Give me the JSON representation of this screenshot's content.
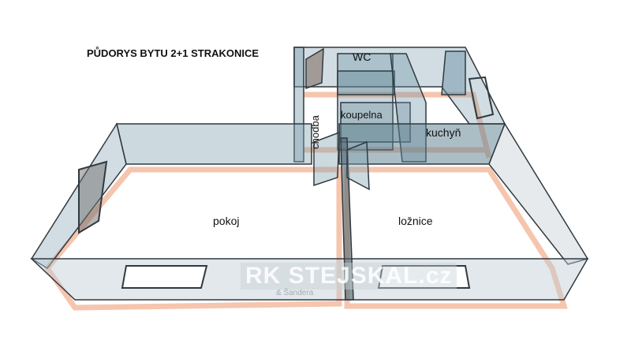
{
  "title": "PŮDORYS BYTU 2+1 STRAKONICE",
  "rooms": {
    "pokoj": "pokoj",
    "loznice": "ložnice",
    "chodba": "chodba",
    "koupelna": "koupelna",
    "wc": "WC",
    "kuchyn": "kuchyň"
  },
  "watermark": {
    "main": "RK STEJSKAL.cz",
    "sub": "& Šandera"
  },
  "colors": {
    "wall": "#7f9fae",
    "floor_glow": "#f4b79a",
    "outline": "#2f3a40"
  }
}
